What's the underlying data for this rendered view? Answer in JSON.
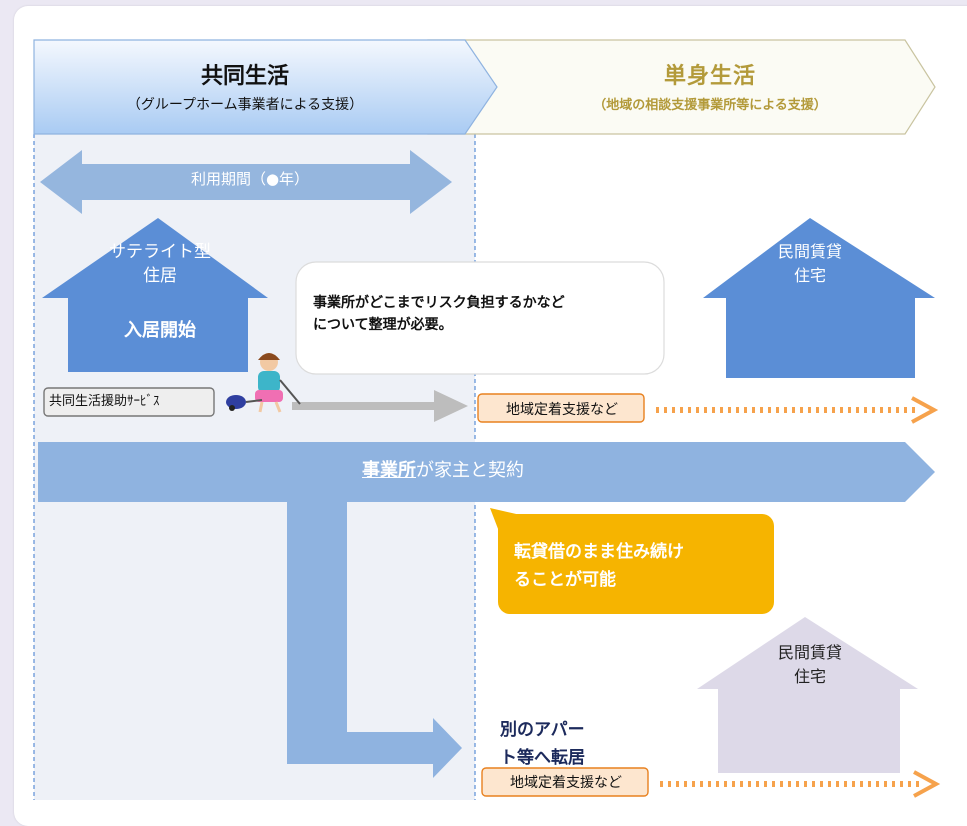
{
  "header": {
    "left_title": "共同生活",
    "left_subtitle": "（グループホーム事業者による支援）",
    "right_title": "単身生活",
    "right_subtitle": "（地域の相談支援事業所等による支援）"
  },
  "period_label": "利用期間（●年）",
  "satellite_house": {
    "line1": "サテライト型\n住居",
    "move_in": "入居開始"
  },
  "bubble": "事業所がどこまでリスク負担するかなど\nについて整理が必要。",
  "rental_house_top": "民間賃貸\n住宅",
  "rental_house_bottom": "民間賃貸\n住宅",
  "service_label": "共同生活援助ｻｰﾋﾞｽ",
  "support_label_1": "地域定着支援など",
  "support_label_2": "地域定着支援など",
  "contract": {
    "strong": "事業所",
    "rest": "が家主と契約"
  },
  "sublease_note": "転貸借のまま住み続け\nることが可能",
  "move_note": "別のアパー\nト等へ転居",
  "colors": {
    "left_band": "#eef1f7",
    "header_blue": "#bdd7f5",
    "house_blue": "#5b8ed6",
    "arrow_blue": "#8fb3e0",
    "orange": "#f6a24c",
    "yellow": "#f6b400",
    "gray_house": "#ddd9e8"
  }
}
